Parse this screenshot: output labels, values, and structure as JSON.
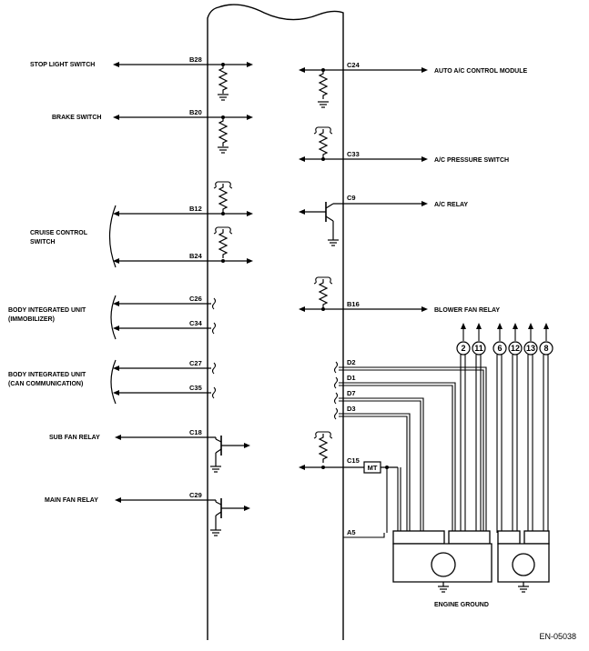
{
  "connections": {
    "stop_light_switch": {
      "label": "STOP LIGHT SWITCH",
      "pin": "B28"
    },
    "brake_switch": {
      "label": "BRAKE SWITCH",
      "pin": "B20"
    },
    "cruise_control_switch": {
      "label_line1": "CRUISE CONTROL",
      "label_line2": "SWITCH",
      "pin_top": "B12",
      "pin_bottom": "B24"
    },
    "body_integrated_unit_immobilizer": {
      "label_line1": "BODY INTEGRATED UNIT",
      "label_line2": "(IMMOBILIZER)",
      "pin_top": "C26",
      "pin_bottom": "C34"
    },
    "body_integrated_unit_can": {
      "label_line1": "BODY INTEGRATED UNIT",
      "label_line2": "(CAN COMMUNICATION)",
      "pin_top": "C27",
      "pin_bottom": "C35"
    },
    "sub_fan_relay": {
      "label": "SUB FAN RELAY",
      "pin": "C18"
    },
    "main_fan_relay": {
      "label": "MAIN  FAN RELAY",
      "pin": "C29"
    },
    "auto_ac_control_module": {
      "label": "AUTO A/C CONTROL MODULE",
      "pin": "C24"
    },
    "ac_pressure_switch": {
      "label": "A/C PRESSURE SWITCH",
      "pin": "C33"
    },
    "ac_relay": {
      "label": "A/C RELAY",
      "pin": "C9"
    },
    "blower_fan_relay": {
      "label": "BLOWER FAN RELAY",
      "pin": "B16"
    }
  },
  "ground_pins": [
    "D2",
    "D1",
    "D7",
    "D3",
    "C15",
    "A5"
  ],
  "mt_label": "MT",
  "circled_numbers": [
    "2",
    "11",
    "6",
    "12",
    "13",
    "8"
  ],
  "engine_ground_label": "ENGINE GROUND",
  "figure_code": "EN-05038"
}
